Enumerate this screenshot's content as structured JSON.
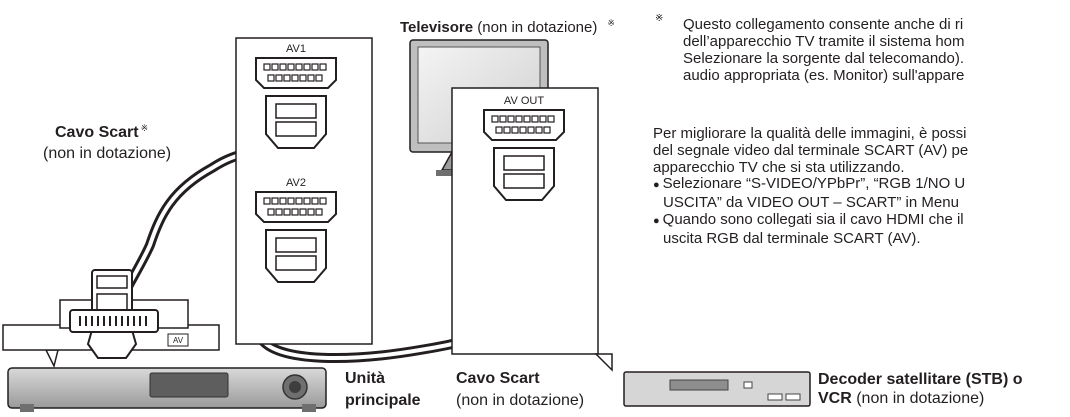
{
  "tv": {
    "title": "Televisore",
    "note": " (non in dotazione)",
    "marker": "※"
  },
  "note_asterisk": {
    "marker": "※",
    "lines": [
      "Questo collegamento consente anche di ri",
      "dell’apparecchio TV tramite il sistema hom",
      "Selezionare la sorgente dal telecomando).",
      "audio appropriata (es. Monitor) sull'appare"
    ]
  },
  "paragraph": {
    "lines": [
      "Per migliorare la qualità delle immagini, è possi",
      "del segnale video dal terminale SCART (AV) pe",
      "apparecchio TV che si sta utilizzando."
    ]
  },
  "bullets": [
    {
      "lines": [
        "Selezionare “S-VIDEO/YPbPr”, “RGB 1/NO U",
        "USCITA” da VIDEO OUT – SCART” in Menu"
      ]
    },
    {
      "lines": [
        "Quando sono collegati sia il cavo HDMI che il",
        "uscita RGB dal terminale SCART (AV)."
      ]
    }
  ],
  "cable_left": {
    "title": "Cavo Scart",
    "marker": "※",
    "note": "(non in dotazione)"
  },
  "cable_bottom": {
    "title": "Cavo Scart",
    "note": "(non in dotazione)"
  },
  "main_unit": {
    "line1": "Unità",
    "line2": "principale"
  },
  "decoder": {
    "line1": "Decoder satellitare (STB) o",
    "vcr": "VCR",
    "note": " (non in dotazione)"
  },
  "ports": {
    "av1": "AV1",
    "av2": "AV2",
    "av_out": "AV OUT",
    "av": "AV"
  }
}
